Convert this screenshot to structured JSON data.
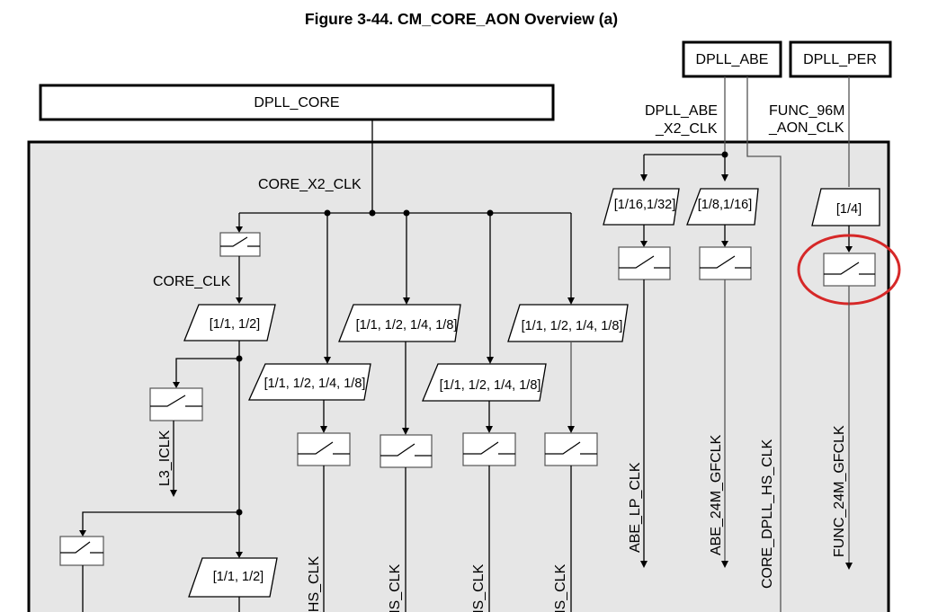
{
  "figure": {
    "title": "Figure 3-44. CM_CORE_AON Overview (a)"
  },
  "sources": {
    "dpll_core": "DPLL_CORE",
    "dpll_abe": "DPLL_ABE",
    "dpll_per": "DPLL_PER"
  },
  "signals": {
    "core_x2_clk": "CORE_X2_CLK",
    "dpll_abe_x2_clk_line1": "DPLL_ABE",
    "dpll_abe_x2_clk_line2": "_X2_CLK",
    "func_96m_aon_clk_line1": "FUNC_96M",
    "func_96m_aon_clk_line2": "_AON_CLK",
    "core_clk": "CORE_CLK"
  },
  "dividers": {
    "core_clk_div": "[1/1, 1/2]",
    "div_b": "[1/1, 1/2, 1/4, 1/8]",
    "div_c": "[1/1, 1/2, 1/4, 1/8]",
    "div_d": "[1/1, 1/2, 1/4, 1/8]",
    "div_e": "[1/1, 1/2, 1/4, 1/8]",
    "div_bottom": "[1/1, 1/2]",
    "abe_lp_div": "[1/16,1/32]",
    "abe_24m_div": "[1/8,1/16]",
    "func_24m_div": "[1/4]"
  },
  "outputs": {
    "l3_iclk": "L3_ICLK",
    "hs_clk_a": "_HS_CLK",
    "hs_clk_b": "HS_CLK",
    "hs_clk_c": "HS_CLK",
    "hs_clk_d": "HS_CLK",
    "abe_lp_clk": "ABE_LP_CLK",
    "abe_24m_gfclk": "ABE_24M_GFCLK",
    "core_dpll_hs_clk": "CORE_DPLL_HS_CLK",
    "func_24m_gfclk": "FUNC_24M_GFCLK"
  },
  "colors": {
    "domain_fill": "#e6e6e6",
    "highlight_circle": "#d62828"
  },
  "icons": {
    "gate": "clock-gate-switch-icon",
    "divider": "divider-parallelogram-icon",
    "arrow": "arrow-down-icon"
  }
}
